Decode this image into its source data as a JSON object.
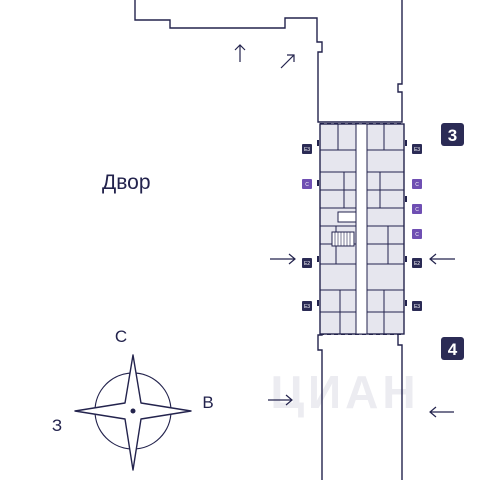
{
  "map": {
    "yard_label": "Двор",
    "sections": [
      {
        "number": "3"
      },
      {
        "number": "4"
      }
    ],
    "apartments": [
      {
        "tag": "E3"
      },
      {
        "tag": "E3"
      },
      {
        "tag": "C"
      },
      {
        "tag": "C"
      },
      {
        "tag": "C"
      },
      {
        "tag": "C"
      },
      {
        "tag": "E2"
      },
      {
        "tag": "E2"
      },
      {
        "tag": "E3"
      },
      {
        "tag": "E3"
      }
    ],
    "watermark": "ЦИАН"
  },
  "compass": {
    "north": "С",
    "east": "В",
    "west": "З"
  },
  "colors": {
    "ink": "#23234d",
    "floor_fill": "#e4e4ec",
    "badge_dark": "#2b2b55",
    "badge_purple": "#6f4fb3",
    "watermark": "#e9e9ef"
  }
}
